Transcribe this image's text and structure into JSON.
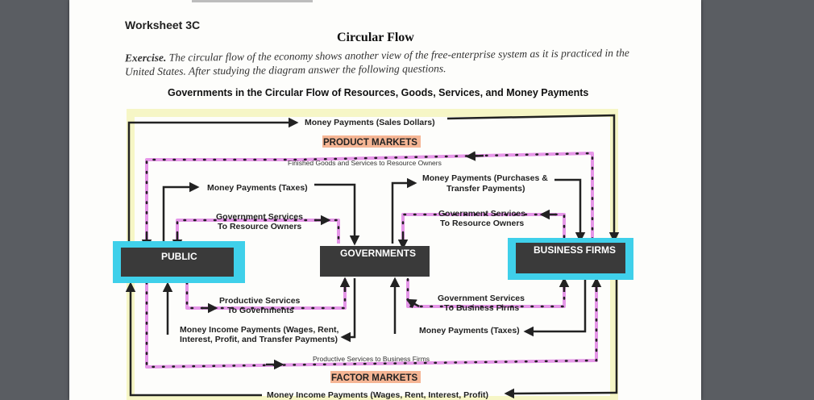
{
  "worksheet": {
    "label": "Worksheet 3C",
    "title": "Circular Flow",
    "exercise_lead": "Exercise.",
    "exercise_text": "The circular flow of the economy shows another view of the free-enterprise system as it is practiced in the United States. After studying the diagram answer the following questions.",
    "diagram_title": "Governments in the Circular Flow of Resources, Goods, Services, and Money Payments"
  },
  "diagram": {
    "nodes": {
      "public": "PUBLIC",
      "governments": "GOVERNMENTS",
      "business": "BUSINESS FIRMS"
    },
    "markets": {
      "product": "PRODUCT MARKETS",
      "factor": "FACTOR MARKETS"
    },
    "flows": {
      "sales_dollars": "Money Payments (Sales Dollars)",
      "finished_goods": "Finished Goods and Services to Resource Owners",
      "taxes_public": "Money Payments (Taxes)",
      "purchases_1": "Money Payments (Purchases &",
      "purchases_2": "Transfer Payments)",
      "gov_services_ro_1": "Government Services",
      "gov_services_ro_2": "To Resource Owners",
      "gov_services_ro_right_1": "Government Services",
      "gov_services_ro_right_2": "To Resource Owners",
      "productive_gov_1": "Productive Services",
      "productive_gov_2": "To Governments",
      "gov_services_bf_1": "Government Services",
      "gov_services_bf_2": "To Business Firms",
      "income_gov_1": "Money Income Payments (Wages, Rent,",
      "income_gov_2": "Interest, Profit, and Transfer Payments)",
      "taxes_business": "Money Payments (Taxes)",
      "productive_bf": "Productive Services to Business Firms",
      "income_bottom": "Money Income Payments (Wages, Rent, Interest, Profit)"
    }
  },
  "colors": {
    "box_fill": "#3a3a3a",
    "highlight_cyan": "#3fd0ea",
    "highlight_pink": "#e38be6",
    "highlight_yellow": "#f6f6c6",
    "highlight_orange": "#f2a27a",
    "line": "#222222"
  }
}
